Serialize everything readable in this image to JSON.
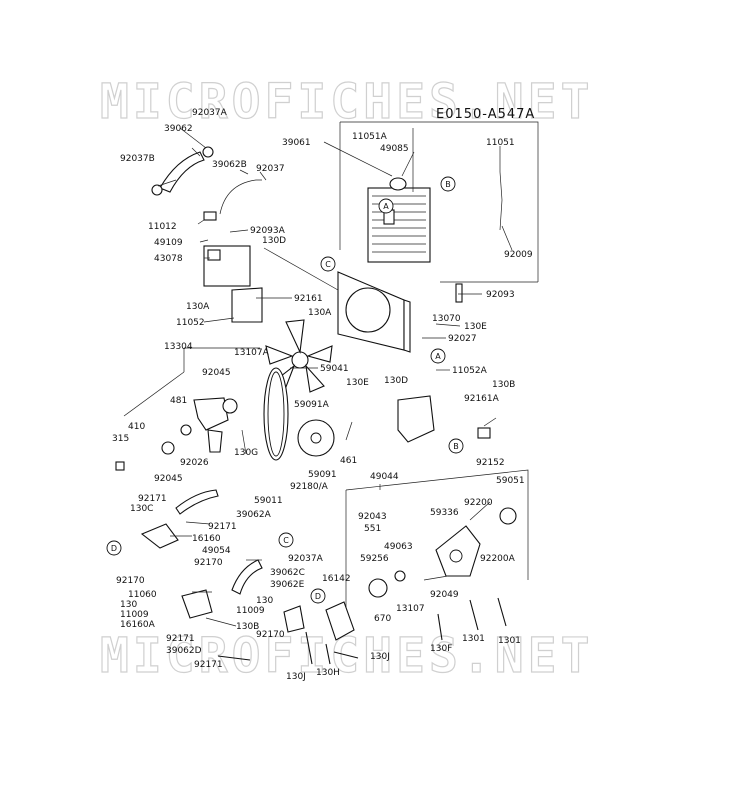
{
  "watermark": {
    "top": "MICROFICHES.NET",
    "bottom": "MICROFICHES.NET"
  },
  "diagram_code": "E0150-A547A",
  "refs": {
    "A": "A",
    "B": "B",
    "C": "C",
    "D": "D"
  },
  "labels": {
    "p92037A_a": "92037A",
    "p39062": "39062",
    "p92037B": "92037B",
    "p39062B": "39062B",
    "p92037": "92037",
    "p39061": "39061",
    "p11051A": "11051A",
    "p49085": "49085",
    "p11051": "11051",
    "p11012": "11012",
    "p92093A": "92093A",
    "p130D_a": "130D",
    "p49109": "49109",
    "p43078": "43078",
    "p92009": "92009",
    "p92093": "92093",
    "p130A_a": "130A",
    "p92161": "92161",
    "p11052": "11052",
    "p130A_b": "130A",
    "p13070": "13070",
    "p130E_a": "130E",
    "p92027": "92027",
    "p13304": "13304",
    "p13107A": "13107A",
    "p59041": "59041",
    "p11052A": "11052A",
    "p92045_a": "92045",
    "p481": "481",
    "p59091A": "59091A",
    "p130E_b": "130E",
    "p130D_b": "130D",
    "p130B_a": "130B",
    "p92161A": "92161A",
    "p410": "410",
    "p315": "315",
    "p92026": "92026",
    "p130G": "130G",
    "p461": "461",
    "p92152": "92152",
    "p92045_b": "92045",
    "p59091": "59091",
    "p92180A": "92180/A",
    "p59011": "59011",
    "p49044": "49044",
    "p92171_a": "92171",
    "p130C": "130C",
    "p39062A_a": "39062A",
    "p92171_b": "92171",
    "p16160": "16160",
    "p49054": "49054",
    "p92170_a": "92170",
    "p92037A_b": "92037A",
    "p39062C": "39062C",
    "p39062E": "39062E",
    "p11060": "11060",
    "p130_a": "130",
    "p11009_a": "11009",
    "p130_b": "130",
    "p11009_b": "11009",
    "p16160A": "16160A",
    "p130B_b": "130B",
    "p92171_c": "92171",
    "p39062D": "39062D",
    "p92171_d": "92171",
    "p92170_b": "92170",
    "p92170_c": "92170",
    "p16142": "16142",
    "p92043": "92043",
    "p551": "551",
    "p49063": "49063",
    "p59256": "59256",
    "p670": "670",
    "p13107": "13107",
    "p92049": "92049",
    "p59336": "59336",
    "p92200": "92200",
    "p59051": "59051",
    "p92200A": "92200A",
    "p130F": "130F",
    "p1301_a": "1301",
    "p1301_b": "1301",
    "p130J_a": "130J",
    "p130J_b": "130J",
    "p130H": "130H"
  }
}
